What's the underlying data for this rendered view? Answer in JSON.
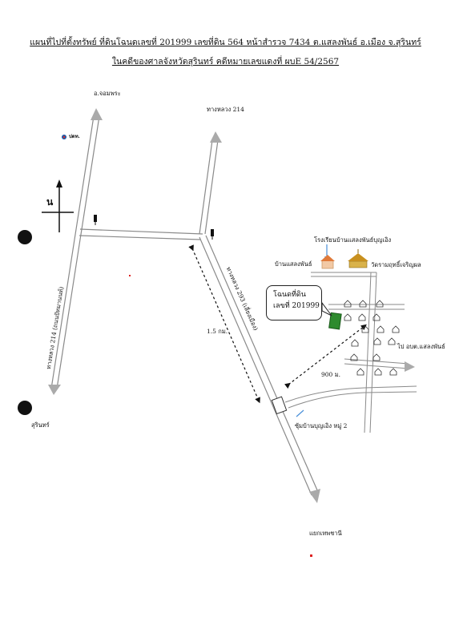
{
  "title": {
    "line1": "แผนที่ไปที่ตั้งทรัพย์ ที่ดินโฉนดเลขที่ 201999 เลขที่ดิน 564 หน้าสำรวจ 7434 ต.แสลงพันธ์ อ.เมือง จ.สุรินทร์",
    "line2": "ในคดีของศาลจังหวัดสุรินทร์ คดีหมายเลขแดงที่ ผบE 54/2567"
  },
  "labels": {
    "jom_phra": "อ.จอมพระ",
    "hwy214_top": "ทางหลวง 214",
    "hwy214_side": "ทางหลวง 214 (ถนนปัทมานนท์)",
    "hwy2nd": "ทางหลวง 293 (เลี่ยงเมือง)",
    "surin": "สุรินทร์",
    "north": "น",
    "ptt": "ปตท.",
    "school": "โรงเรียนบ้านแสลงพันธ์บุญเอิง",
    "ban_salaeng": "บ้านแสลงพันธ์",
    "temp": "วัดรามฤทธิ์เจริญผล",
    "to_obt": "ไป อบต.แสลงพันธ์",
    "dist_15": "1.5 กม.",
    "dist_900": "900 ม.",
    "gate": "ซุ้มบ้านบุญเอิง หมู่ 2",
    "junction": "แยกเทพชานี",
    "deed_line1": "โฉนดที่ดิน",
    "deed_line2": "เลขที่ 201999"
  },
  "colors": {
    "road_outline": "#8a8a8a",
    "parcel": "#2e8b2e",
    "pointer": "#4a90d9"
  }
}
